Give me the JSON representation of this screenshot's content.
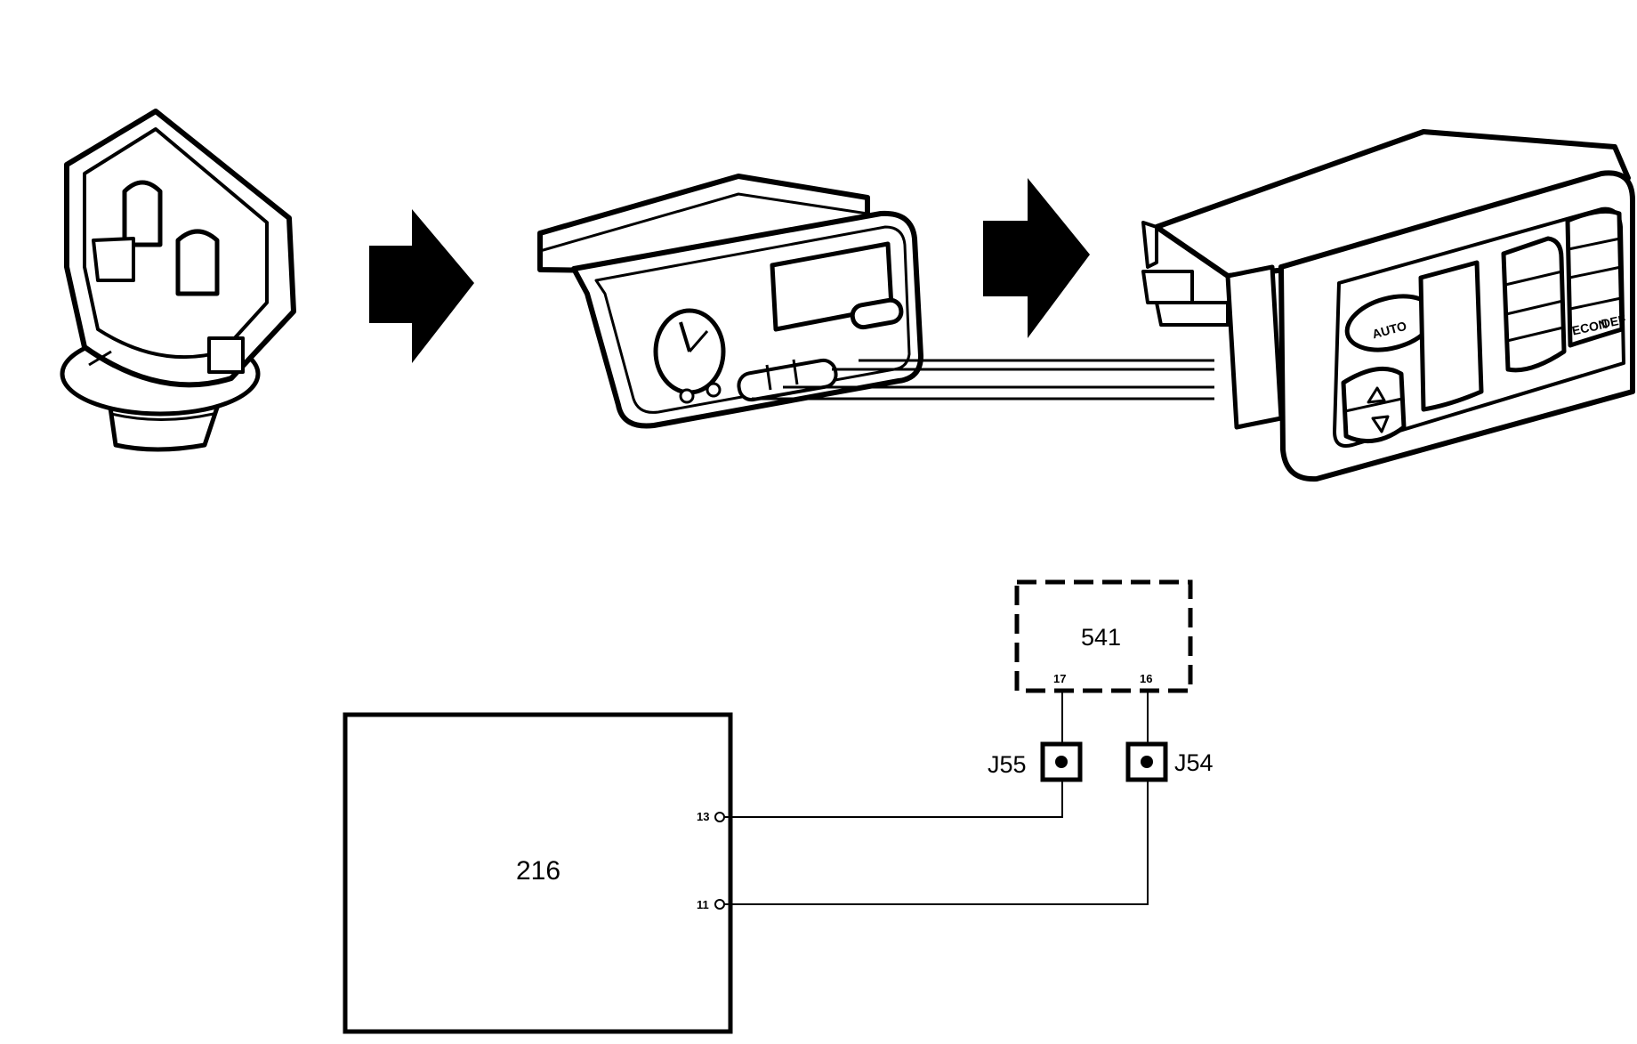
{
  "diagram": {
    "components": {
      "ecu": {
        "label": "216",
        "pins": [
          {
            "label": "13"
          },
          {
            "label": "11"
          }
        ]
      },
      "control_panel": {
        "label": "541",
        "pins": [
          {
            "label": "17"
          },
          {
            "label": "16"
          }
        ]
      }
    },
    "connectors": [
      {
        "label": "J55"
      },
      {
        "label": "J54"
      }
    ],
    "illustration": {
      "panel_buttons": {
        "auto": "AUTO",
        "econ": "ECON",
        "def": "DEF"
      }
    }
  }
}
